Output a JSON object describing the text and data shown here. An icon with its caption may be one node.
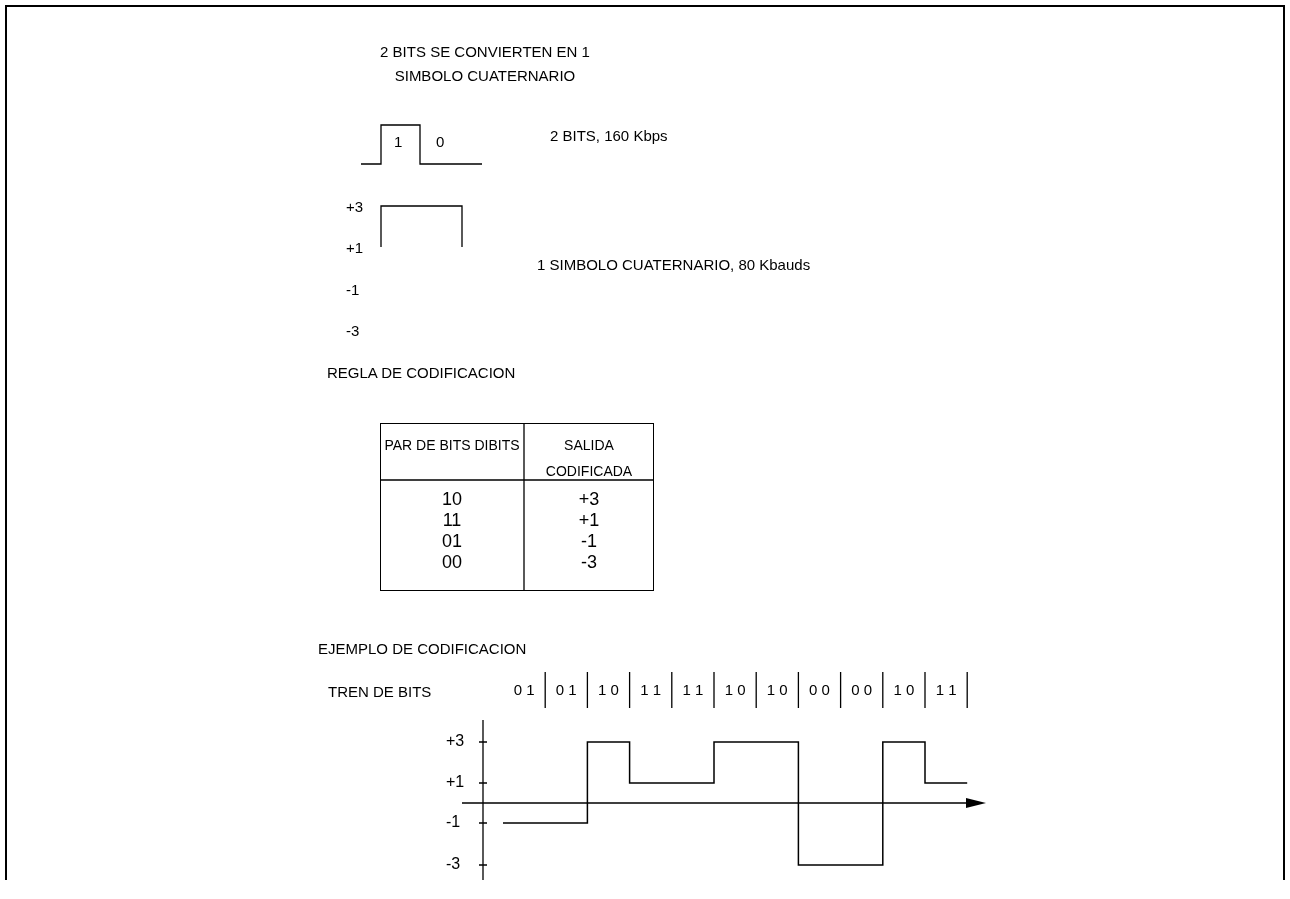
{
  "diagram": {
    "title": "2 BITS SE CONVIERTEN EN 1 SIMBOLO CUATERNARIO",
    "labels": [
      "1",
      "0",
      "2 BITS, 160 Kbps",
      "+3",
      "+1",
      "-1",
      "-3",
      "1 SIMBOLO CUATERNARIO, 80 Kbauds",
      "REGLA DE CODIFICACION",
      "PAR DE BITS DIBITS",
      "SALIDA CODIFICADA",
      "10",
      "+3",
      "11",
      "+1",
      "01",
      "-1",
      "00",
      "-3",
      "EJEMPLO DE CODIFICACION",
      "TREN DE BITS",
      "0 1",
      "0 1",
      "1 0",
      "1 1",
      "1 1",
      "1 0",
      "1 0",
      "0 0",
      "0 0",
      "1 0",
      "1 1",
      "+3",
      "+1",
      "-1",
      "-3"
    ]
  }
}
